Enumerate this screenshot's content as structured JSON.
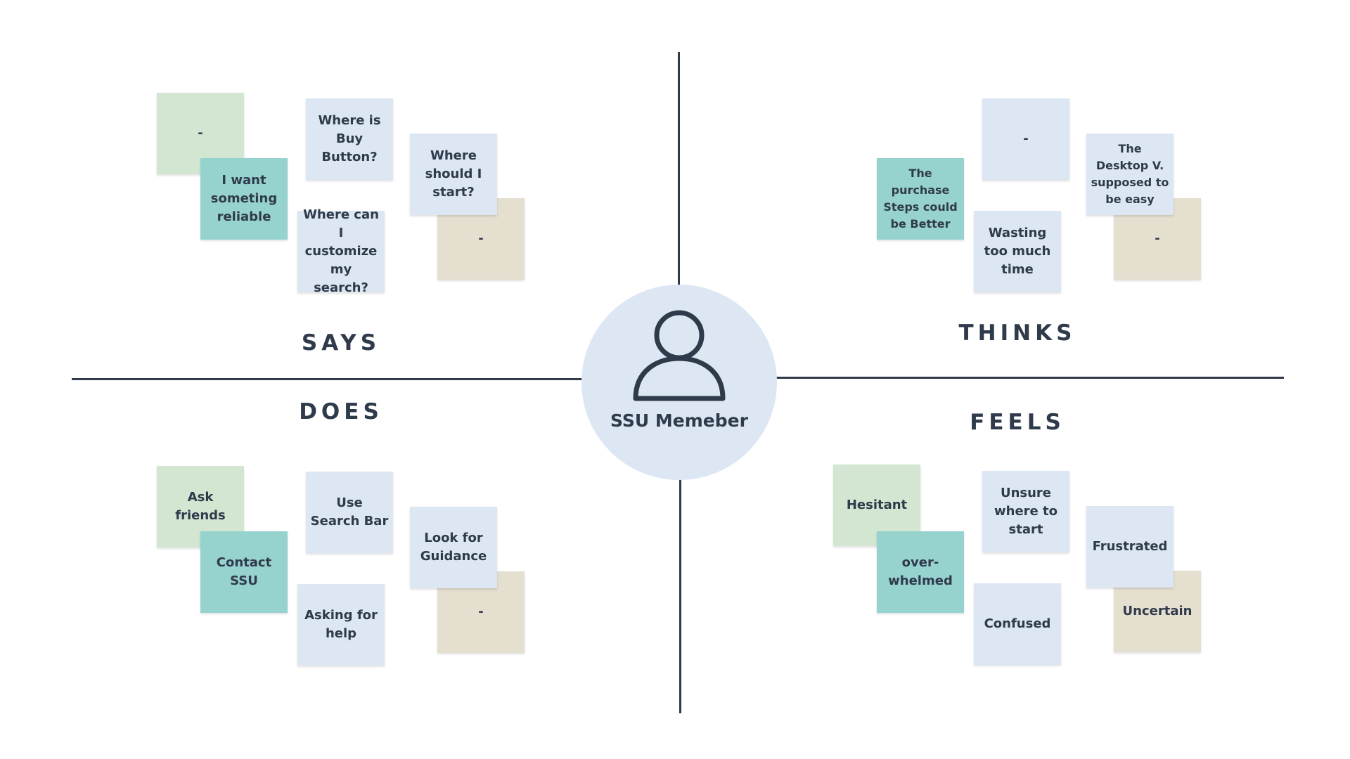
{
  "center": {
    "label": "SSU Memeber",
    "icon": "person-icon"
  },
  "quadrants": {
    "says": {
      "title": "SAYS",
      "notes": [
        {
          "text": "-",
          "color": "green"
        },
        {
          "text": "I want someting reliable",
          "color": "teal"
        },
        {
          "text": "Where is Buy Button?",
          "color": "blue"
        },
        {
          "text": "Where can I customize my search?",
          "color": "blue"
        },
        {
          "text": "-",
          "color": "tan"
        },
        {
          "text": "Where should I start?",
          "color": "blue"
        }
      ]
    },
    "thinks": {
      "title": "THINKS",
      "notes": [
        {
          "text": "The purchase Steps could be Better",
          "color": "teal"
        },
        {
          "text": "-",
          "color": "blue"
        },
        {
          "text": "Wasting too much time",
          "color": "blue"
        },
        {
          "text": "-",
          "color": "tan"
        },
        {
          "text": "The Desktop V. supposed to be easy",
          "color": "blue"
        }
      ]
    },
    "does": {
      "title": "DOES",
      "notes": [
        {
          "text": "Ask friends",
          "color": "green"
        },
        {
          "text": "Contact SSU",
          "color": "teal"
        },
        {
          "text": "Use Search Bar",
          "color": "blue"
        },
        {
          "text": "Asking for help",
          "color": "blue"
        },
        {
          "text": "-",
          "color": "tan"
        },
        {
          "text": "Look for Guidance",
          "color": "blue"
        }
      ]
    },
    "feels": {
      "title": "FEELS",
      "notes": [
        {
          "text": "Hesitant",
          "color": "green"
        },
        {
          "text": "over-whelmed",
          "color": "teal"
        },
        {
          "text": "Unsure where to start",
          "color": "blue"
        },
        {
          "text": "Confused",
          "color": "blue"
        },
        {
          "text": "Uncertain",
          "color": "tan"
        },
        {
          "text": "Frustrated",
          "color": "blue"
        }
      ]
    }
  },
  "colors": {
    "green": "#d2e6d1",
    "teal": "#96d3cf",
    "blue": "#dce7f3",
    "tan": "#e5dfd0",
    "ink": "#2f3a4a"
  }
}
